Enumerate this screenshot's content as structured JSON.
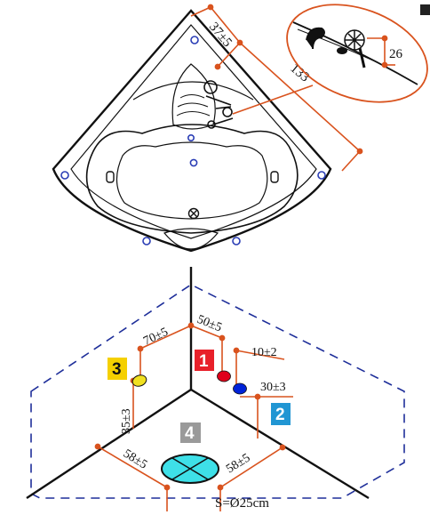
{
  "top_view": {
    "dim_edge_offset": "37±5",
    "dim_side_length": "133",
    "dim_detail_height": "26"
  },
  "floor_plan": {
    "dim_center_left": "70±5",
    "dim_center_right": "50±5",
    "dim_supply_offset": "10±2",
    "dim_right_offset": "30±3",
    "dim_left_height": "35±3",
    "dim_drain_left": "58±5",
    "dim_drain_right": "58±5",
    "drain_size": "S=Ø25cm",
    "markers": [
      {
        "number": "1",
        "color": "#e8202a"
      },
      {
        "number": "2",
        "color": "#2196d3"
      },
      {
        "number": "3",
        "color": "#f5d000"
      },
      {
        "number": "4",
        "color": "#9a9a9a"
      }
    ]
  },
  "colors": {
    "dimension": "#d9531e",
    "outline": "#111111",
    "dashed": "#1f2f9a",
    "jet": "#2a3db5",
    "drain_fill": "#3ee0e8",
    "outlet_red": "#e0001b",
    "outlet_blue": "#0022d8",
    "outlet_yellow": "#f0e020"
  }
}
